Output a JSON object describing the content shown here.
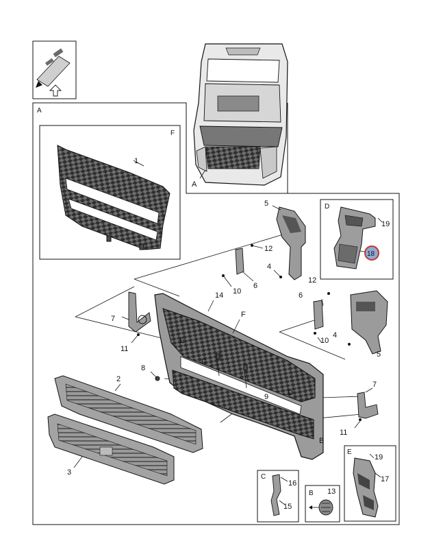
{
  "diagram": {
    "highlight_color": "#c0392b",
    "highlight_fill": "#8fa8d6",
    "highlighted_label": "18",
    "view_letters": {
      "a": "A",
      "b": "B",
      "c": "C",
      "d": "D",
      "e": "E",
      "f": "F"
    },
    "parts": {
      "p1": "1",
      "p2": "2",
      "p3": "3",
      "p4": "4",
      "p4b": "4",
      "p5": "5",
      "p5b": "5",
      "p6": "6",
      "p6b": "6",
      "p7": "7",
      "p7b": "7",
      "p8": "8",
      "p9": "9",
      "p10": "10",
      "p10b": "10",
      "p11": "11",
      "p11b": "11",
      "p12": "12",
      "p12b": "12",
      "p13": "13",
      "p14": "14",
      "p15": "15",
      "p16": "16",
      "p17": "17",
      "p19": "19",
      "p19b": "19",
      "p18": "18"
    },
    "callouts": {
      "a": "A",
      "b": "B",
      "c": "C",
      "d": "D",
      "e": "E",
      "f": "F"
    }
  }
}
